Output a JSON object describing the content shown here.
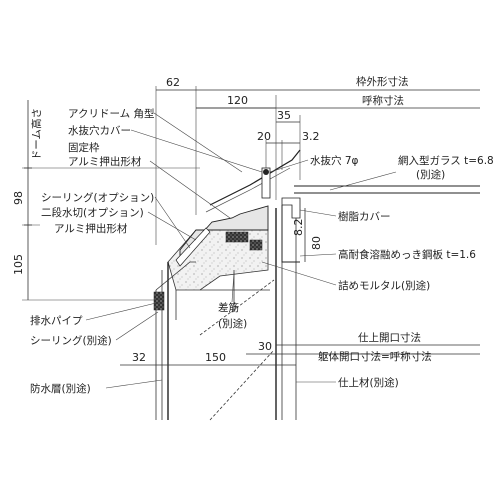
{
  "labels": {
    "dome_height": "ドーム高さ",
    "acrydome": "アクリドーム 角型",
    "drain_cover": "水抜穴カバー",
    "fixed_frame": "固定枠",
    "alum_extrusion_1": "アルミ押出形材",
    "sealing_option": "シーリング(オプション)",
    "two_stage_drip": "二段水切(オプション)",
    "alum_extrusion_2": "アルミ押出形材",
    "drain_pipe": "排水パイプ",
    "sealing_separate": "シーリング(別途)",
    "waterproof_layer": "防水層(別途)",
    "frame_outer": "枠外形寸法",
    "nominal": "呼称寸法",
    "drain_hole": "水抜穴 7φ",
    "wired_glass": "網入型ガラス t=6.8",
    "wired_glass_note": "(別途)",
    "resin_cover": "樹脂カバー",
    "steel_plate": "高耐食溶融めっき鋼板 t=1.6",
    "mortar": "詰めモルタル(別途)",
    "rebar": "差筋",
    "rebar_note": "(別途)",
    "finish_opening": "仕上開口寸法",
    "body_opening": "躯体開口寸法=呼称寸法",
    "finish_material": "仕上材(別途)"
  },
  "dimensions": {
    "d62": "62",
    "d120": "120",
    "d35": "35",
    "d20": "20",
    "d3_2": "3.2",
    "d98": "98",
    "d105": "105",
    "d8_2": "8.2",
    "d80": "80",
    "d30": "30",
    "d32": "32",
    "d150": "150"
  }
}
